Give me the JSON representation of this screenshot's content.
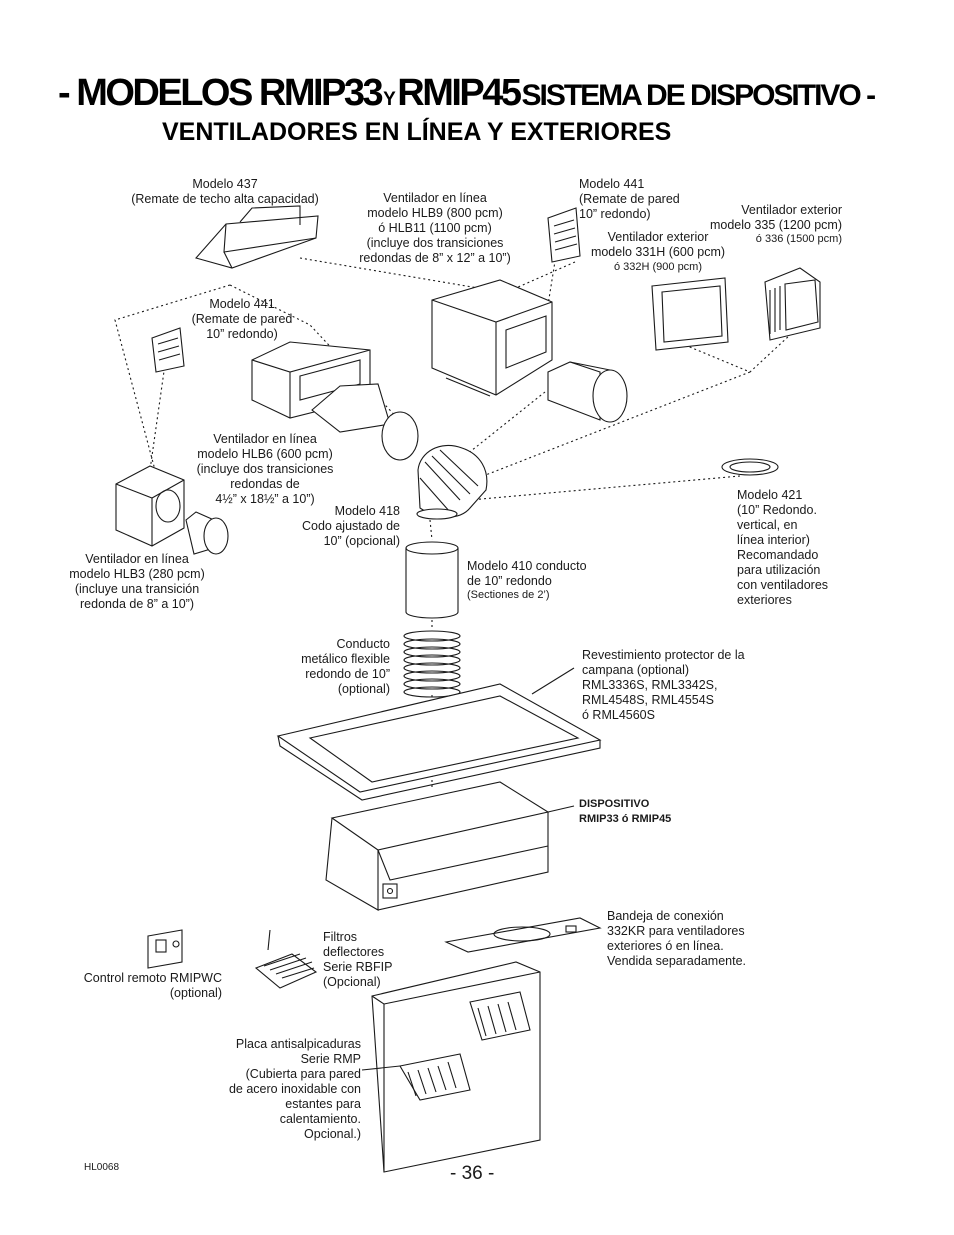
{
  "header": {
    "title_part1": "- MODELOS RMIP33",
    "title_y": "Y",
    "title_part2": "RMIP45",
    "title_part3": "SISTEMA DE DISPOSITIVO -",
    "subtitle": "VENTILADORES EN LÍNEA Y EXTERIORES"
  },
  "labels": {
    "m437": "Modelo 437\n(Remate de techo alta capacidad)",
    "hlb9": "Ventilador en línea\nmodelo HLB9 (800 pcm)\nó HLB11 (1100 pcm)\n(incluye dos transiciones\nredondas de 8” x 12” a 10”)",
    "m441_top": "Modelo 441\n(Remate de pared\n10” redondo)",
    "m331": "Ventilador exterior\nmodelo 331H (600 pcm)",
    "m332": "ó 332H (900 pcm)",
    "m335": "Ventilador exterior\nmodelo 335 (1200 pcm)",
    "m336": "ó 336 (1500 pcm)",
    "m441_left": "Modelo 441\n(Remate de pared\n10” redondo)",
    "hlb6": "Ventilador en línea\nmodelo HLB6 (600 pcm)\n(incluye dos transiciones\nredondas de\n4½” x 18½” a 10”)",
    "m418": "Modelo 418\nCodo ajustado de\n10” (opcional)",
    "m421": "Modelo 421\n(10” Redondo.\nvertical, en\nlínea interior)\nRecomandado\npara utilización\ncon ventiladores\nexteriores",
    "hlb3": "Ventilador en línea\nmodelo HLB3 (280 pcm)\n(incluye una transición\nredonda de 8” a 10”)",
    "m410": "Modelo 410 conducto\nde 10” redondo",
    "m410_sec": "(Sectiones de 2’)",
    "flex": "Conducto\nmetálico flexible\nredondo de 10”\n(optional)",
    "liner": "Revestimiento protector de la\ncampana (optional)\nRML3336S, RML3342S,\nRML4548S, RML4554S\nó RML4560S",
    "insert": "DISPOSITIVO\nRMIP33 ó RMIP45",
    "tray": "Bandeja de conexión\n332KR para ventiladores\nexteriores ó en línea.\nVendida separadamente.",
    "filters": "Filtros\ndeflectores\nSerie RBFIP\n(Opcional)",
    "remote": "Control remoto RMIPWC\n(optional)",
    "splash": "Placa antisalpicaduras\nSerie RMP\n(Cubierta para pared\nde acero inoxidable con\nestantes para\ncalentamiento.\nOpcional.)"
  },
  "footer": {
    "page_number": "- 36 -",
    "drawing_code": "HL0068"
  },
  "colors": {
    "line": "#1a1a1a",
    "fill": "#ffffff",
    "shade": "#d8d8d8"
  }
}
